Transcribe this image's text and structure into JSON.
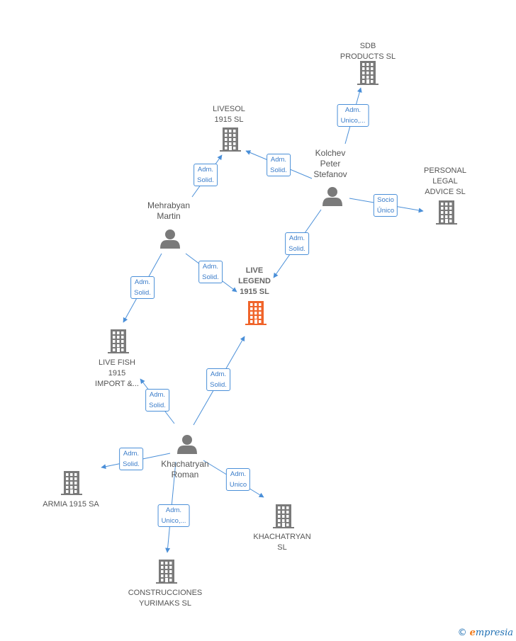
{
  "colors": {
    "edge": "#4a8fd8",
    "node": "#7a7a7a",
    "focus": "#f0642a"
  },
  "nodes": [
    {
      "id": "sdb",
      "type": "company",
      "label": "SDB\nPRODUCTS  SL"
    },
    {
      "id": "livesol",
      "type": "company",
      "label": "LIVESOL\n1915  SL"
    },
    {
      "id": "kolchev",
      "type": "person",
      "label": "Kolchev\nPeter\nStefanov"
    },
    {
      "id": "personal",
      "type": "company",
      "label": "PERSONAL\nLEGAL\nADVICE  SL"
    },
    {
      "id": "mehrabyan",
      "type": "person",
      "label": "Mehrabyan\nMartin"
    },
    {
      "id": "livelegend",
      "type": "focus",
      "label": "LIVE\nLEGEND\n1915  SL"
    },
    {
      "id": "livefish",
      "type": "company",
      "label": "LIVE FISH\n1915\nIMPORT &..."
    },
    {
      "id": "khachatryan",
      "type": "person",
      "label": "Khachatryan\nRoman"
    },
    {
      "id": "armia",
      "type": "company",
      "label": "ARMIA 1915 SA"
    },
    {
      "id": "khsl",
      "type": "company",
      "label": "KHACHATRYAN\nSL"
    },
    {
      "id": "construcciones",
      "type": "company",
      "label": "CONSTRUCCIONES\nYURIMAKS  SL"
    }
  ],
  "edges": [
    {
      "from": "kolchev",
      "to": "sdb",
      "label": "Adm.\nUnico,..."
    },
    {
      "from": "kolchev",
      "to": "livesol",
      "label": "Adm.\nSolid."
    },
    {
      "from": "kolchev",
      "to": "personal",
      "label": "Socio\nÚnico"
    },
    {
      "from": "kolchev",
      "to": "livelegend",
      "label": "Adm.\nSolid."
    },
    {
      "from": "mehrabyan",
      "to": "livesol",
      "label": "Adm.\nSolid."
    },
    {
      "from": "mehrabyan",
      "to": "livelegend",
      "label": "Adm.\nSolid."
    },
    {
      "from": "mehrabyan",
      "to": "livefish",
      "label": "Adm.\nSolid."
    },
    {
      "from": "khachatryan",
      "to": "livelegend",
      "label": "Adm.\nSolid."
    },
    {
      "from": "khachatryan",
      "to": "livefish",
      "label": "Adm.\nSolid."
    },
    {
      "from": "khachatryan",
      "to": "armia",
      "label": "Adm.\nSolid."
    },
    {
      "from": "khachatryan",
      "to": "khsl",
      "label": "Adm.\nUnico"
    },
    {
      "from": "khachatryan",
      "to": "construcciones",
      "label": "Adm.\nUnico,..."
    }
  ],
  "brand": {
    "copyright": "©",
    "name_initial": "e",
    "name_rest": "mpresia"
  }
}
